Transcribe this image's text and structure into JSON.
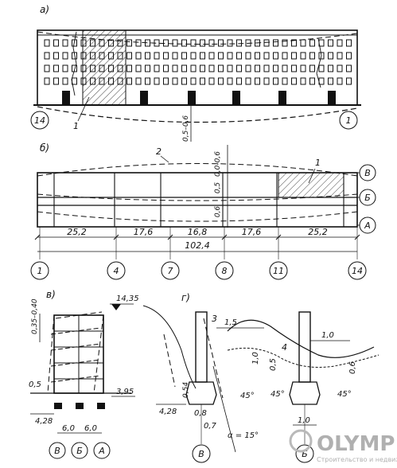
{
  "panels": {
    "a": {
      "label": "а)",
      "axis_left": "14",
      "axis_right": "1",
      "callout_1": "1",
      "dim_settlement": "0,5–0,6"
    },
    "b": {
      "label": "б)",
      "callout_1": "1",
      "callout_2": "2",
      "row_axes": [
        "В",
        "Б",
        "А"
      ],
      "dims_vertical": [
        "0,0-0,6",
        "0,5",
        "0,6"
      ],
      "spans": [
        "25,2",
        "17,6",
        "16,8",
        "17,6",
        "25,2"
      ],
      "total": "102,4",
      "col_axes": [
        "1",
        "4",
        "7",
        "8",
        "11",
        "14"
      ]
    },
    "v": {
      "label": "в)",
      "dim_top": "0,35–0,40",
      "level_top": "14,35",
      "level_mid": "3,95",
      "dim_left": "0,5",
      "level_bottom": "4,28",
      "bays": [
        "6,0",
        "6,0"
      ],
      "axes": [
        "В",
        "Б",
        "А"
      ]
    },
    "g": {
      "label": "г)",
      "callout_3": "3",
      "callout_4": "4",
      "dim_1_5": "1,5",
      "dim_1_0_top": "1,0",
      "dim_1_0_mid": "1,0",
      "dim_0_5": "0,5",
      "dim_0_6_right": "0,6",
      "dim_0_54": "0,54",
      "level": "4,28",
      "dim_0_8": "0,8",
      "dim_0_7": "0,7",
      "angle_45_a": "45°",
      "angle_45_b": "45°",
      "angle_45_c": "45°",
      "angle_alpha": "α = 15°",
      "dim_1_0_bottom": "1,0",
      "axes": [
        "В",
        "Б"
      ]
    }
  },
  "watermark": {
    "brand": "OLYMP",
    "tagline": "Строительство и недвижимость"
  }
}
